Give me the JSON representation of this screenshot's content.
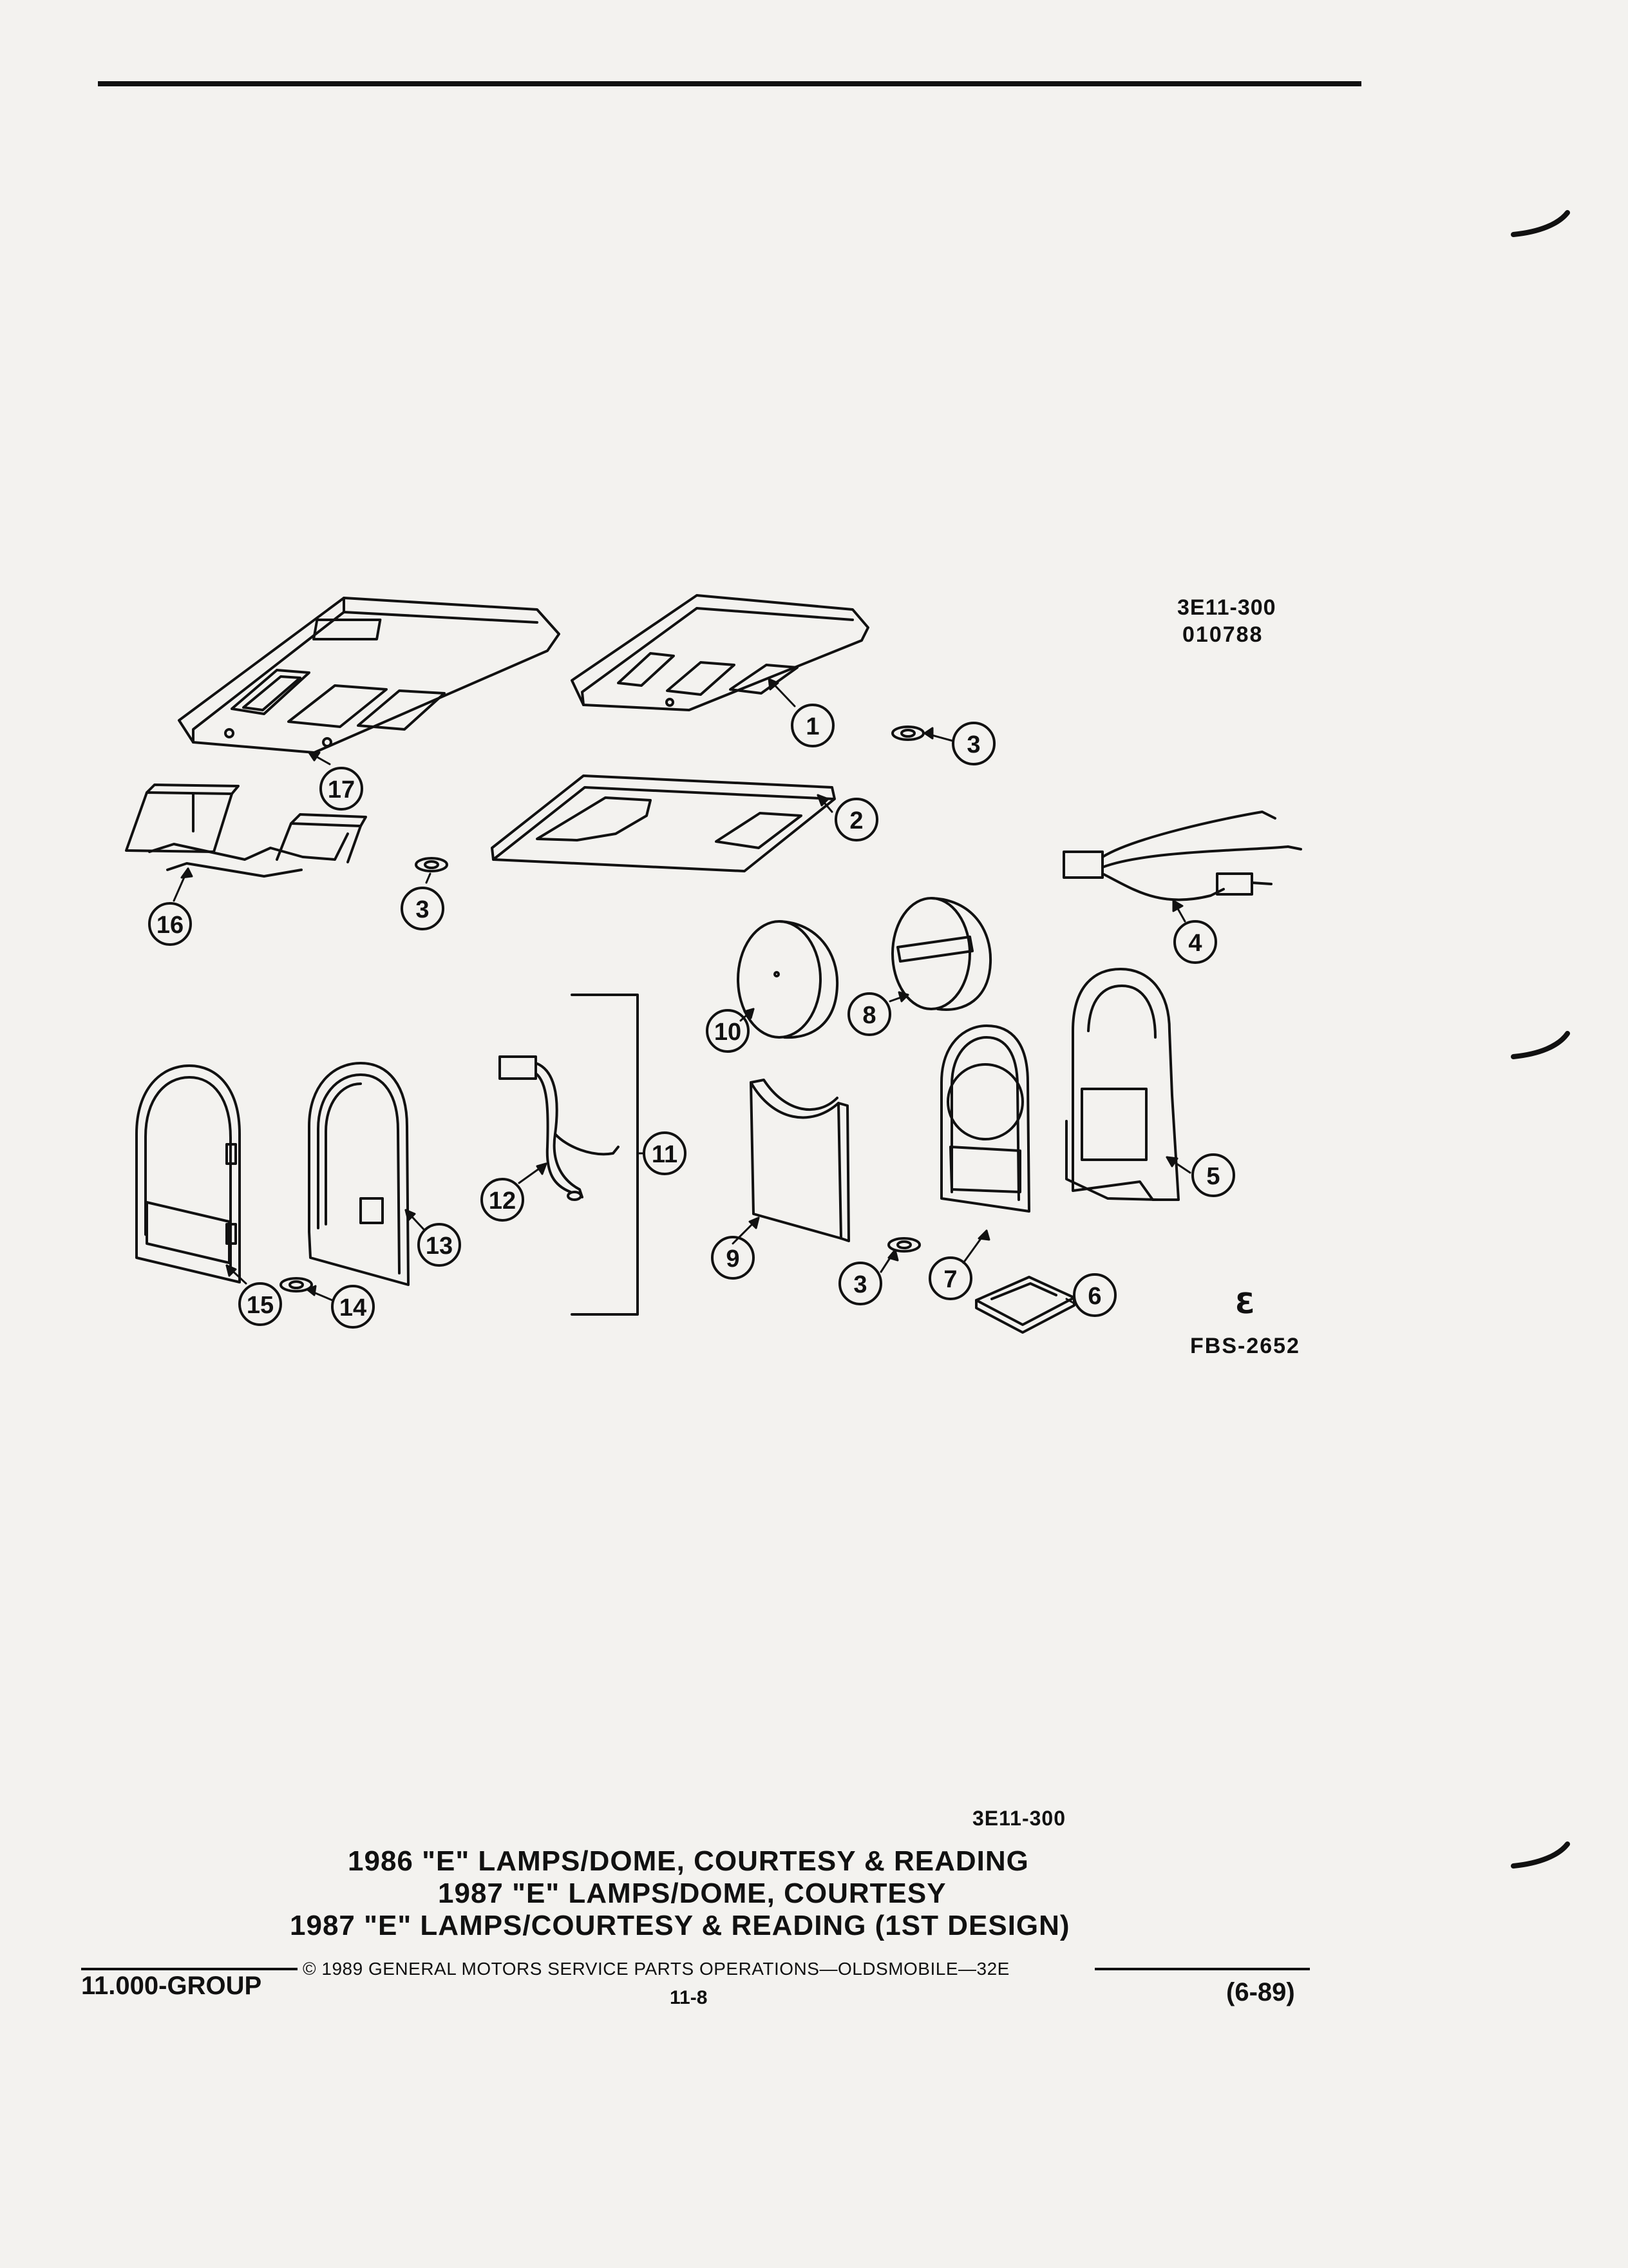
{
  "header": {
    "ref_code": "3E11-300",
    "ref_number": "010788"
  },
  "diagram": {
    "callouts": [
      "1",
      "2",
      "3",
      "4",
      "5",
      "6",
      "7",
      "8",
      "9",
      "10",
      "11",
      "12",
      "13",
      "14",
      "15",
      "16",
      "17"
    ],
    "figure_mark": "FBS-2652",
    "logo_glyph": "ℇ"
  },
  "caption": {
    "ref_code": "3E11-300",
    "lines": [
      "1986 \"E\" LAMPS/DOME, COURTESY & READING",
      "1987 \"E\" LAMPS/DOME, COURTESY",
      "1987 \"E\" LAMPS/COURTESY & READING (1ST DESIGN)"
    ]
  },
  "footer": {
    "group": "11.000-GROUP",
    "copyright": "©  1989  GENERAL MOTORS SERVICE PARTS OPERATIONS—OLDSMOBILE—32E",
    "page": "11-8",
    "date": "(6-89)"
  }
}
